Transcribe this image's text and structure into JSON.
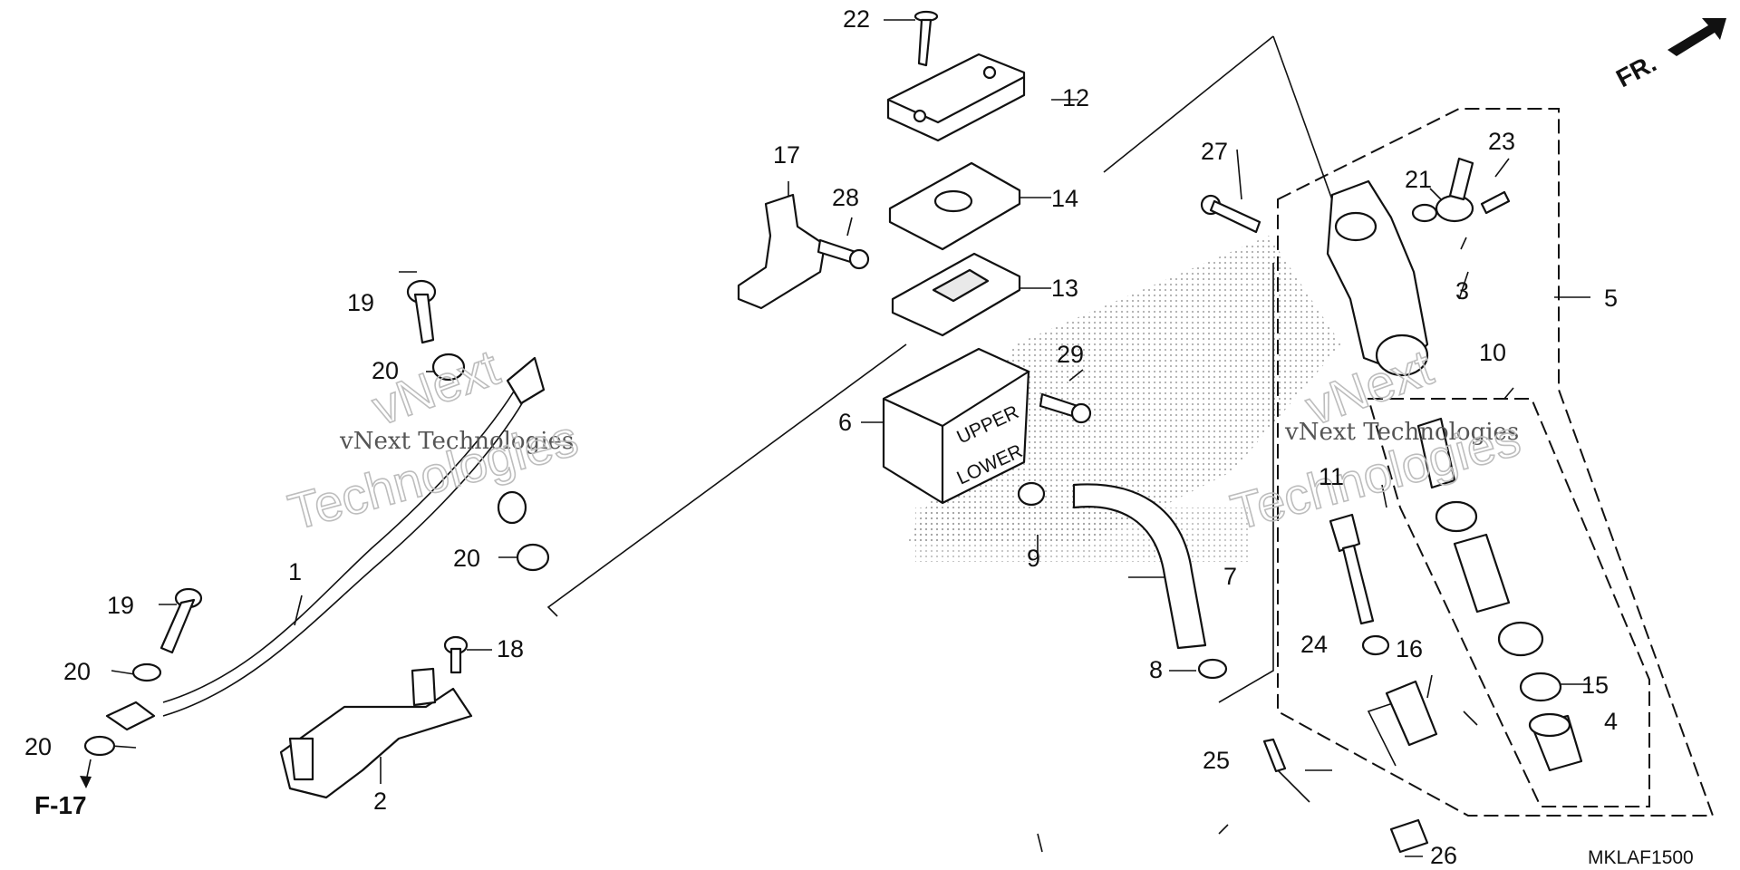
{
  "diagram": {
    "code": "MKLAF1500",
    "direction_label": "FR.",
    "reference_label": "F-17",
    "watermark_line": "vNext Technologies",
    "watermark_word_1": "vNext",
    "watermark_word_2": "Technologies",
    "part_numbers": {
      "p1": "1",
      "p2": "2",
      "p3": "3",
      "p4": "4",
      "p5": "5",
      "p6": "6",
      "p7": "7",
      "p8": "8",
      "p9": "9",
      "p10": "10",
      "p11": "11",
      "p12": "12",
      "p13": "13",
      "p14": "14",
      "p15": "15",
      "p16": "16",
      "p17": "17",
      "p18": "18",
      "p19a": "19",
      "p19b": "19",
      "p20a": "20",
      "p20b": "20",
      "p20c": "20",
      "p20d": "20",
      "p21": "21",
      "p22": "22",
      "p23": "23",
      "p24": "24",
      "p25": "25",
      "p26": "26",
      "p27": "27",
      "p28": "28",
      "p29": "29"
    }
  }
}
